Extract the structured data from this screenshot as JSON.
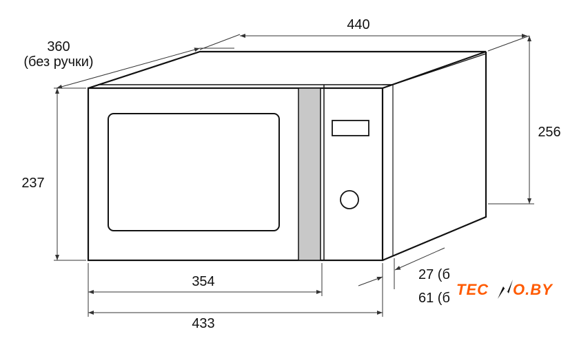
{
  "dimensions": {
    "width": "440",
    "depth": "360",
    "depth_note": "(без ручки)",
    "height_total": "256",
    "height_front": "237",
    "door_width": "354",
    "front_width": "433",
    "offset_1": "27 (б",
    "offset_2": "61 (б"
  },
  "logo": {
    "text": "TECNO.BY",
    "color": "#ff5a00"
  }
}
